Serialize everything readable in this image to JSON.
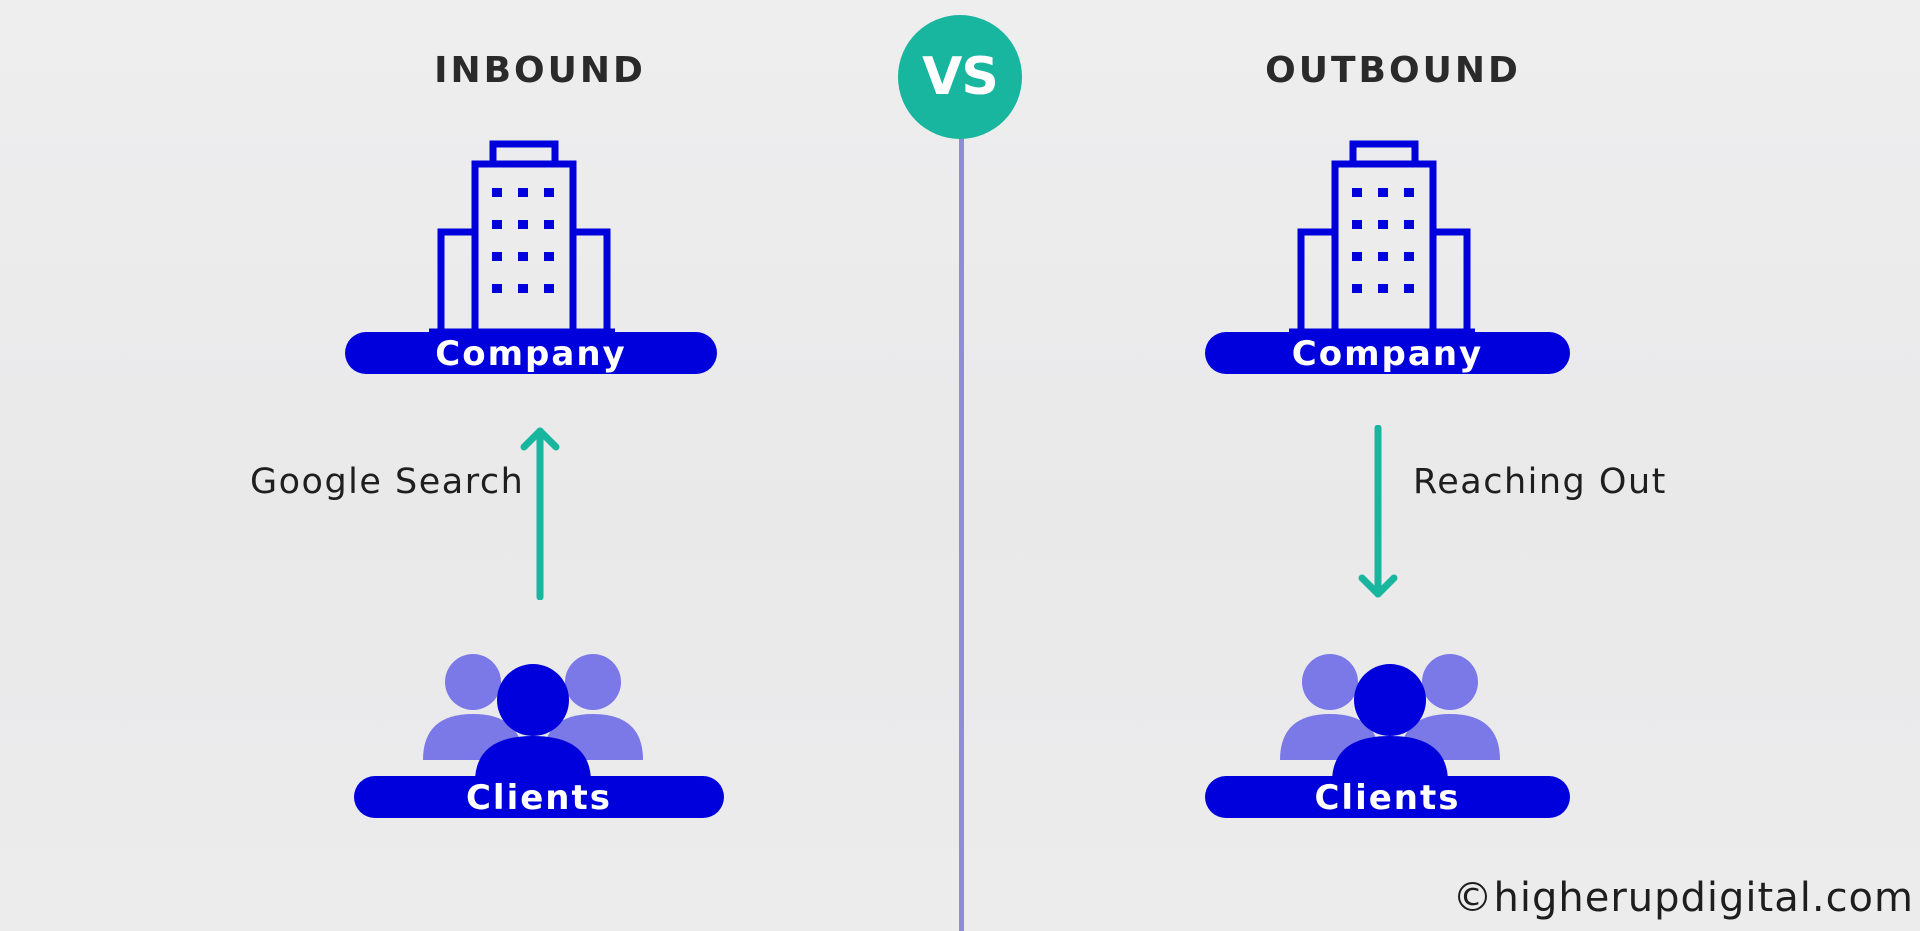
{
  "headings": {
    "inbound": "INBOUND",
    "outbound": "OUTBOUND"
  },
  "vs": "VS",
  "inbound": {
    "company_label": "Company",
    "clients_label": "Clients",
    "arrow_label": "Google Search",
    "arrow_direction": "up"
  },
  "outbound": {
    "company_label": "Company",
    "clients_label": "Clients",
    "arrow_label": "Reaching Out",
    "arrow_direction": "down"
  },
  "credit": "©higherupdigital.com",
  "icons": [
    "building-icon",
    "people-icon",
    "arrow-up-icon",
    "arrow-down-icon"
  ],
  "colors": {
    "brand_blue": "#0000dc",
    "light_purple": "#7b78e8",
    "teal": "#18b59f",
    "divider": "#8f8cd9",
    "text": "#2a2a2a"
  }
}
